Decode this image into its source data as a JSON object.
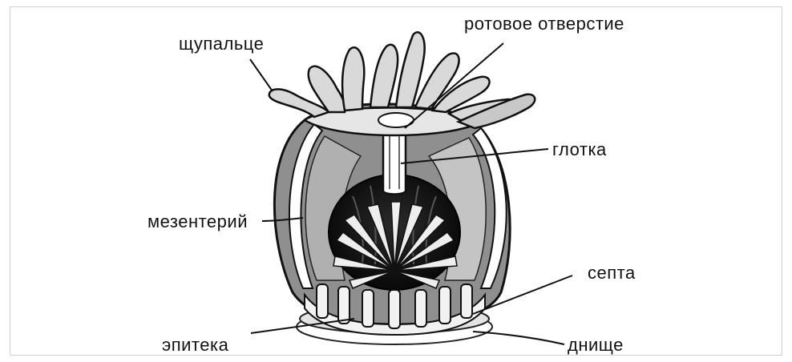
{
  "diagram": {
    "labels": {
      "tentacle": "щупальце",
      "mouth": "ротовое отверстие",
      "pharynx": "глотка",
      "mesentery": "мезентерий",
      "septum": "септа",
      "epitheca": "эпитека",
      "base": "днище"
    }
  }
}
